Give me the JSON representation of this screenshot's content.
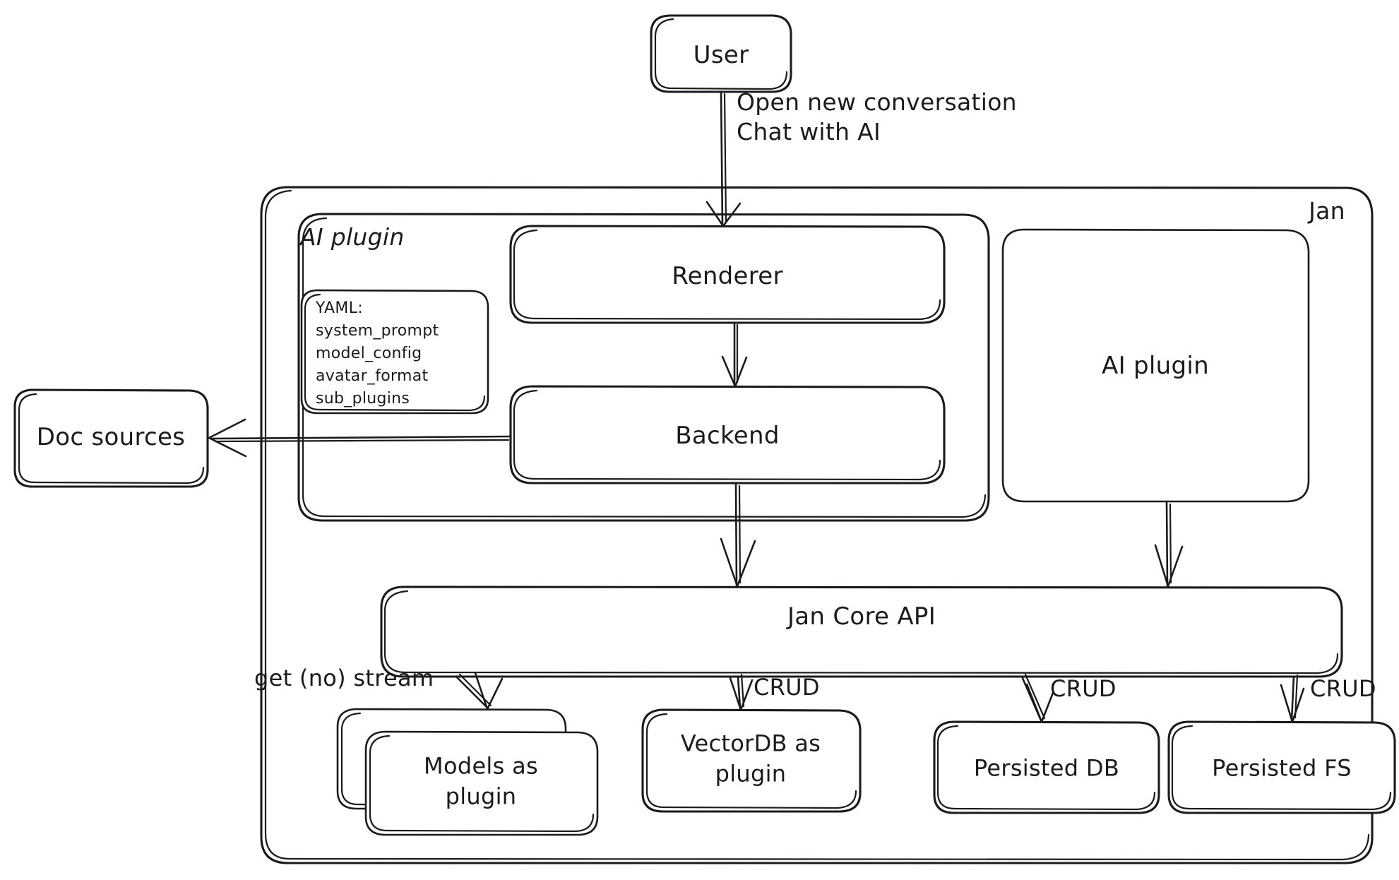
{
  "diagram": {
    "title_note": "Jan architecture diagram",
    "style": "hand-drawn whiteboard sketch",
    "stroke_color": "#1b1b1f",
    "background_color": "#ffffff"
  },
  "nodes": {
    "user": {
      "label": "User"
    },
    "jan_container": {
      "label": "Jan"
    },
    "ai_plugin_container": {
      "label": "AI plugin"
    },
    "yaml_note": {
      "line1": "YAML:",
      "line2": "system_prompt",
      "line3": "model_config",
      "line4": "avatar_format",
      "line5": "sub_plugins"
    },
    "renderer": {
      "label": "Renderer"
    },
    "backend": {
      "label": "Backend"
    },
    "ai_plugin_box": {
      "label": "AI plugin"
    },
    "doc_sources": {
      "label": "Doc sources"
    },
    "jan_core_api": {
      "label": "Jan Core API"
    },
    "models_plugin": {
      "line1": "Models as",
      "line2": "plugin"
    },
    "vectordb_plugin": {
      "line1": "VectorDB as",
      "line2": "plugin"
    },
    "persisted_db": {
      "label": "Persisted DB"
    },
    "persisted_fs": {
      "label": "Persisted FS"
    }
  },
  "edge_labels": {
    "user_to_renderer_line1": "Open new conversation",
    "user_to_renderer_line2": "Chat with AI",
    "core_to_models": "get (no) stream",
    "core_to_vectordb": "CRUD",
    "core_to_persisted_db": "CRUD",
    "core_to_persisted_fs": "CRUD"
  },
  "edges": [
    {
      "from": "user",
      "to": "renderer",
      "label": "Open new conversation / Chat with AI"
    },
    {
      "from": "renderer",
      "to": "backend",
      "label": ""
    },
    {
      "from": "backend",
      "to": "doc_sources",
      "label": ""
    },
    {
      "from": "backend",
      "to": "jan_core_api",
      "label": ""
    },
    {
      "from": "ai_plugin_box",
      "to": "jan_core_api",
      "label": ""
    },
    {
      "from": "jan_core_api",
      "to": "models_plugin",
      "label": "get (no) stream"
    },
    {
      "from": "jan_core_api",
      "to": "vectordb_plugin",
      "label": "CRUD"
    },
    {
      "from": "jan_core_api",
      "to": "persisted_db",
      "label": "CRUD"
    },
    {
      "from": "jan_core_api",
      "to": "persisted_fs",
      "label": "CRUD"
    }
  ]
}
